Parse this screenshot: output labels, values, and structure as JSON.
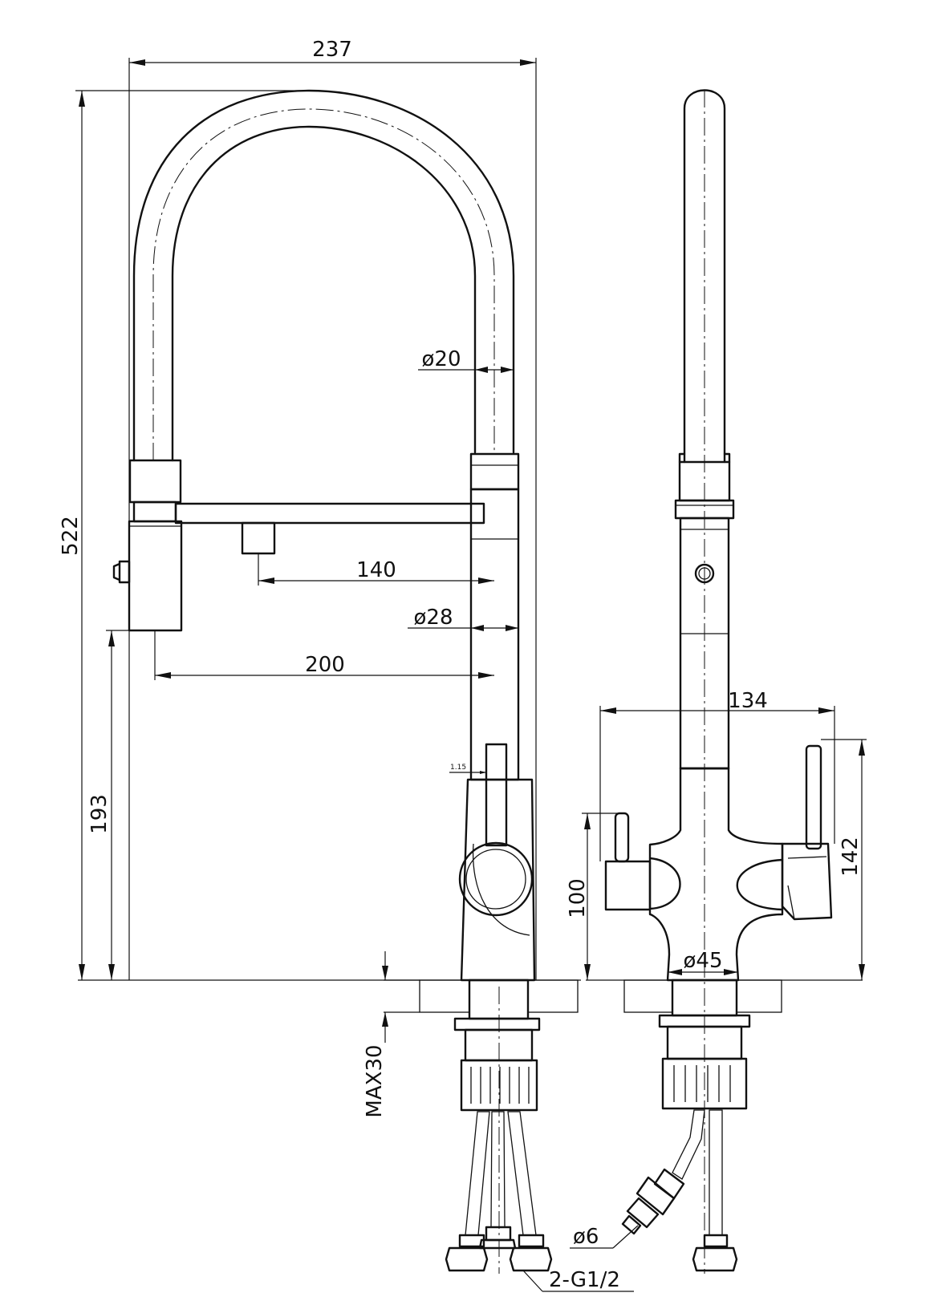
{
  "colors": {
    "line": "#111111",
    "background": "#ffffff"
  },
  "dimensions": {
    "overall_width": "237",
    "overall_height": "522",
    "tube_diameter": "ø20",
    "pullout_reach": "140",
    "body_diameter": "ø28",
    "spout_reach": "200",
    "spray_height": "193",
    "small_offset": "1.15",
    "deck_max": "MAX30",
    "side_width": "134",
    "side_height": "142",
    "handle_height": "100",
    "base_diameter": "ø45",
    "filter_pipe": "ø6",
    "inlet_thread": "2-G1/2"
  }
}
